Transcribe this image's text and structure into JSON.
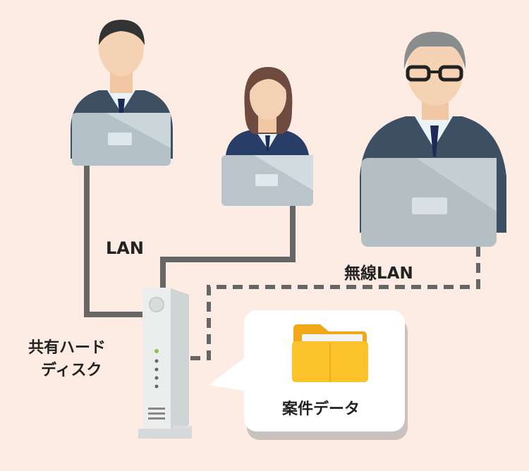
{
  "labels": {
    "lan": "LAN",
    "wireless_lan": "無線LAN",
    "shared_hdd_line1": "共有ハード",
    "shared_hdd_line2": "ディスク",
    "project_data": "案件データ"
  },
  "colors": {
    "background": "#fdece4",
    "wired_cable": "#666666",
    "wireless_link": "#666666",
    "suit": "#3d4f63",
    "laptop": "#b4c1c7",
    "folder": "#f6b91c",
    "device": "#eceeee",
    "status_led": "#8cc63e"
  },
  "icons": [
    "person-icon",
    "laptop-icon",
    "nas-device-icon",
    "folder-icon"
  ]
}
